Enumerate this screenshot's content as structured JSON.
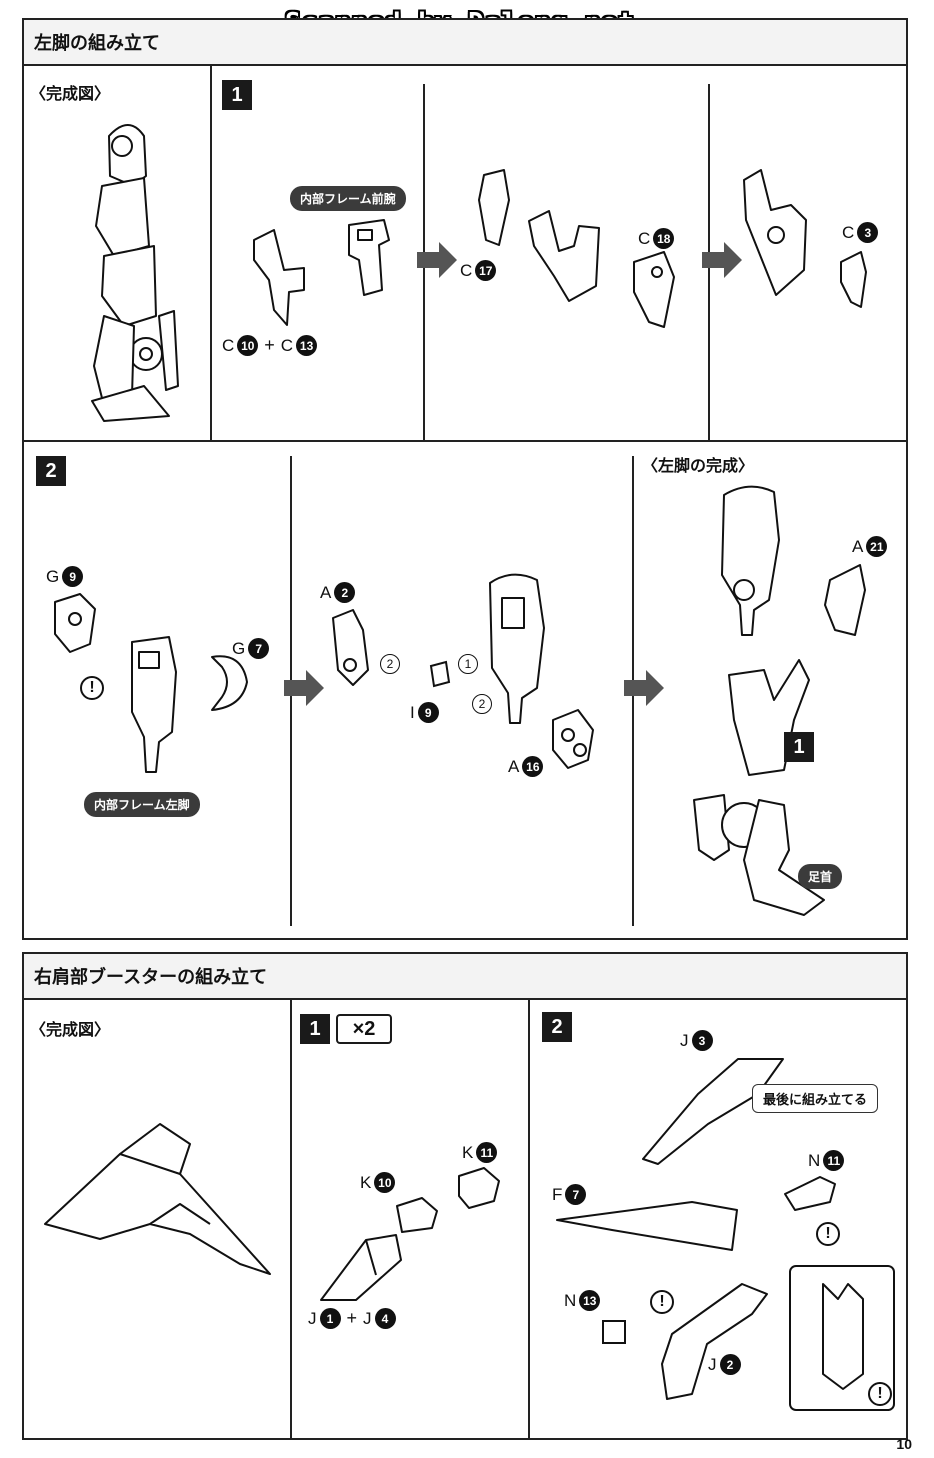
{
  "watermark": "Scanned by Dalong.net",
  "page_number": "10",
  "section1": {
    "title": "左脚の組み立て",
    "complete_label": "〈完成図〉",
    "step1": {
      "step": "1",
      "callout": "内部フレーム前腕",
      "parts": {
        "a_letter1": "C",
        "a_num1": "10",
        "a_plus": "+",
        "a_letter2": "C",
        "a_num2": "13",
        "b_letter": "C",
        "b_num": "17",
        "c_letter": "C",
        "c_num": "18",
        "d_letter": "C",
        "d_num": "3"
      }
    },
    "step2": {
      "step": "2",
      "complete_label": "〈左脚の完成〉",
      "callout_frame": "内部フレーム左脚",
      "callout_ankle": "足首",
      "step_ref": "1",
      "parts": {
        "g9_letter": "G",
        "g9_num": "9",
        "g7_letter": "G",
        "g7_num": "7",
        "a2_letter": "A",
        "a2_num": "2",
        "i9_letter": "I",
        "i9_num": "9",
        "a16_letter": "A",
        "a16_num": "16",
        "a21_letter": "A",
        "a21_num": "21"
      },
      "order_1": "1",
      "order_2a": "2",
      "order_2b": "2",
      "bang": "!"
    }
  },
  "section2": {
    "title": "右肩部ブースターの組み立て",
    "complete_label": "〈完成図〉",
    "step1": {
      "step": "1",
      "multiplier": "×2",
      "parts": {
        "k11_letter": "K",
        "k11_num": "11",
        "k10_letter": "K",
        "k10_num": "10",
        "j_letter1": "J",
        "j_num1": "1",
        "j_plus": "+",
        "j_letter2": "J",
        "j_num2": "4"
      }
    },
    "step2": {
      "step": "2",
      "callout": "最後に組み立てる",
      "parts": {
        "j3_letter": "J",
        "j3_num": "3",
        "f7_letter": "F",
        "f7_num": "7",
        "n11_letter": "N",
        "n11_num": "11",
        "n13_letter": "N",
        "n13_num": "13",
        "j2_letter": "J",
        "j2_num": "2"
      },
      "bang": "!"
    }
  },
  "colors": {
    "frame": "#222222",
    "label_fill": "#3b3b3b",
    "arrow": "#555555"
  }
}
